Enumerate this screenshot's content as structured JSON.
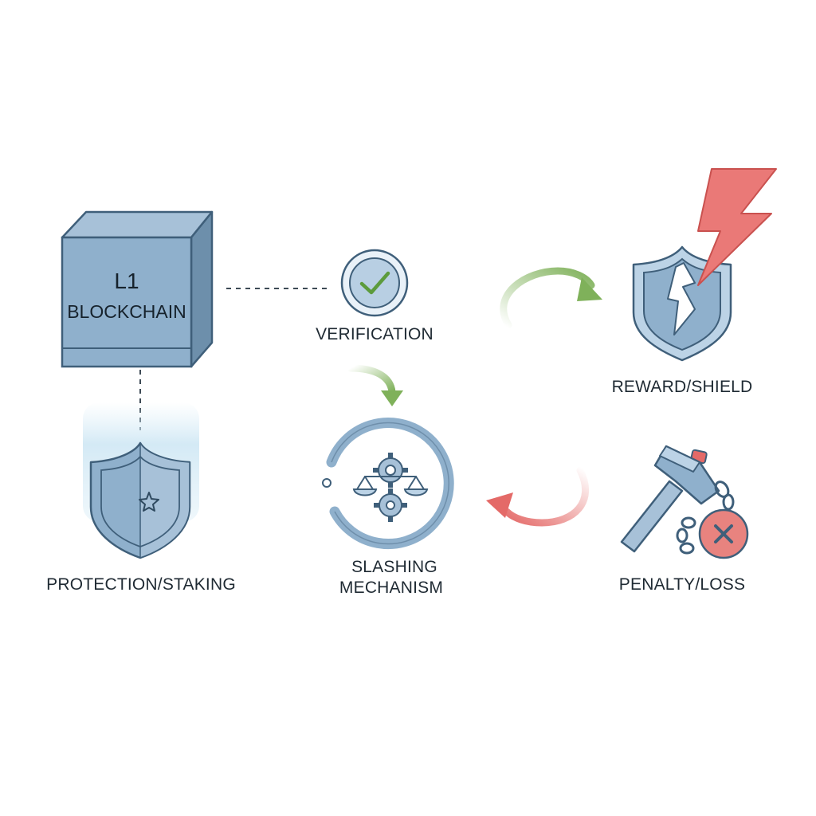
{
  "colors": {
    "blue_fill": "#8fb0cc",
    "blue_stroke": "#3f5f7a",
    "blue_light": "#bcd3e6",
    "green": "#7fb15a",
    "red": "#e46a68",
    "red_light": "#f29a97",
    "text": "#1f2a33"
  },
  "nodes": {
    "blockchain": {
      "line1": "L1",
      "line2": "BLOCKCHAIN",
      "icon": "cube-icon"
    },
    "verification": {
      "label": "VERIFICATION",
      "icon": "checkmark-icon"
    },
    "reward": {
      "label": "REWARD/SHIELD",
      "icon": "shield-lightning-icon"
    },
    "protection": {
      "label": "PROTECTION/STAKING",
      "icon": "shield-star-icon"
    },
    "slashing": {
      "line1": "SLASHING",
      "line2": "MECHANISM",
      "icon": "gears-scales-icon"
    },
    "penalty": {
      "label": "PENALTY/LOSS",
      "icon": "hammer-chain-icon"
    }
  }
}
